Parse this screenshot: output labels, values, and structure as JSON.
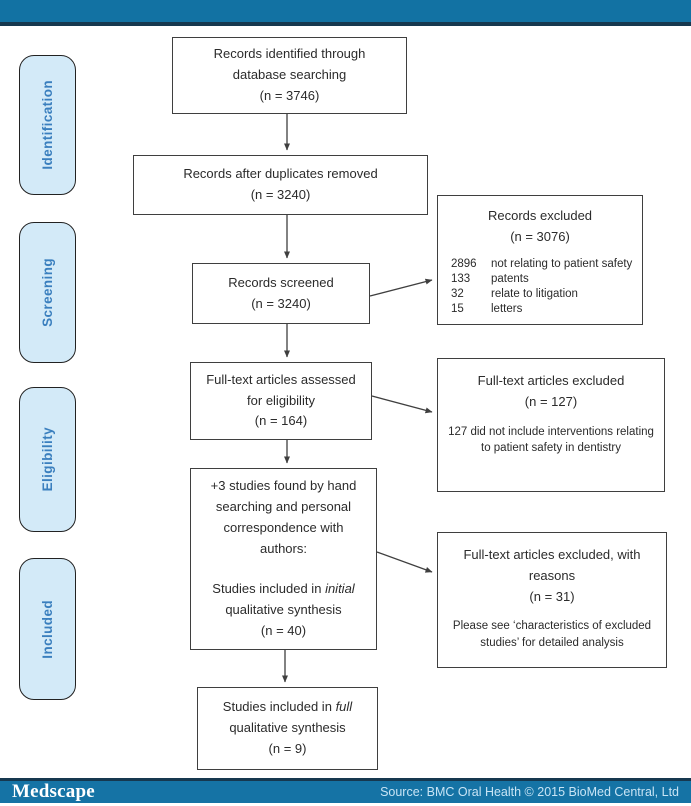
{
  "colors": {
    "bar_blue": "#1272a3",
    "bar_border": "#16384f",
    "stage_fill": "#d3eaf8",
    "stage_text": "#3a7fbe",
    "box_border": "#3f3f3f",
    "arrow": "#3f3f3f"
  },
  "sidebar": {
    "items": [
      {
        "label": "Identification"
      },
      {
        "label": "Screening"
      },
      {
        "label": "Eligibility"
      },
      {
        "label": "Included"
      }
    ]
  },
  "boxes": {
    "identified": {
      "lines": [
        "Records identified through",
        "database searching",
        "(n = 3746)"
      ]
    },
    "duplicates_removed": {
      "lines": [
        "Records after duplicates removed",
        "(n = 3240)"
      ]
    },
    "screened": {
      "lines": [
        "Records screened",
        "(n = 3240)"
      ]
    },
    "records_excluded": {
      "title_lines": [
        "Records excluded",
        "(n = 3076)"
      ],
      "items": [
        {
          "count": "2896",
          "label": "not relating to patient safety"
        },
        {
          "count": "133",
          "label": "patents"
        },
        {
          "count": "32",
          "label": "relate to litigation"
        },
        {
          "count": "15",
          "label": "letters"
        }
      ]
    },
    "fulltext_assessed": {
      "lines": [
        "Full-text articles assessed",
        "for eligibility",
        "(n = 164)"
      ]
    },
    "fulltext_excluded": {
      "title_lines": [
        "Full-text articles excluded",
        "(n = 127)"
      ],
      "note_lines": [
        "127 did not include interventions relating",
        "to patient safety in dentistry"
      ]
    },
    "hand_search": {
      "part1_lines": [
        "+3 studies found by hand",
        "searching and personal",
        "correspondence with",
        "authors:"
      ],
      "part2_prefix": "Studies included in",
      "part2_italic": "initial",
      "part2_rest": [
        "qualitative synthesis",
        "(n = 40)"
      ]
    },
    "fulltext_excluded_reasons": {
      "title_lines": [
        "Full-text articles excluded, with",
        "reasons",
        "(n = 31)"
      ],
      "note_lines": [
        "Please see ‘characteristics of excluded",
        "studies’ for detailed analysis"
      ]
    },
    "included_full": {
      "prefix": "Studies included in",
      "italic": "full",
      "rest": [
        "qualitative synthesis",
        "(n = 9)"
      ]
    }
  },
  "footer": {
    "logo": "Medscape",
    "source": "Source: BMC Oral Health © 2015 BioMed Central, Ltd"
  }
}
